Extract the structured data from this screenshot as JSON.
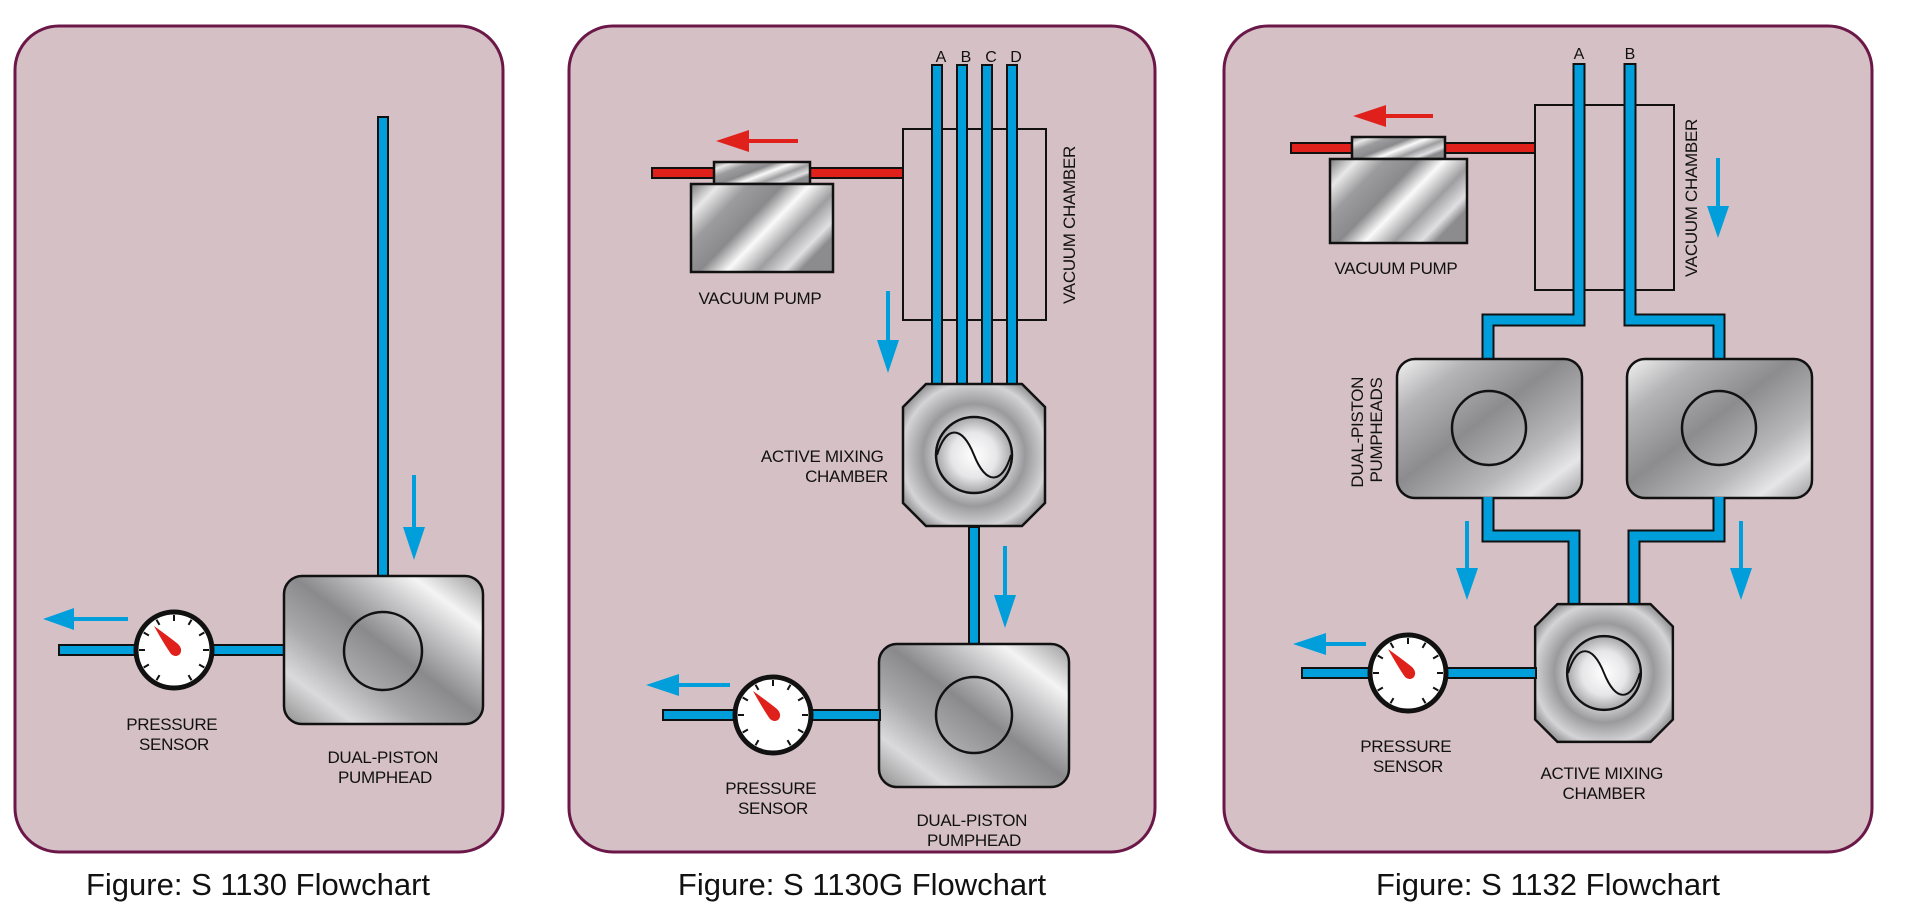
{
  "figures": [
    {
      "id": "s1130",
      "caption": "Figure: S 1130 Flowchart",
      "labels": {
        "pressure_sensor": [
          "PRESSURE",
          "SENSOR"
        ],
        "pumphead": [
          "DUAL-PISTON",
          "PUMPHEAD"
        ]
      }
    },
    {
      "id": "s1130g",
      "caption": "Figure: S 1130G Flowchart",
      "channels": [
        "A",
        "B",
        "C",
        "D"
      ],
      "labels": {
        "vacuum_pump": "VACUUM PUMP",
        "vacuum_chamber": "VACUUM CHAMBER",
        "mixing_chamber": [
          "ACTIVE MIXING",
          "CHAMBER"
        ],
        "pressure_sensor": [
          "PRESSURE",
          "SENSOR"
        ],
        "pumphead": [
          "DUAL-PISTON",
          "PUMPHEAD"
        ]
      }
    },
    {
      "id": "s1132",
      "caption": "Figure: S 1132 Flowchart",
      "channels": [
        "A",
        "B"
      ],
      "labels": {
        "vacuum_pump": "VACUUM PUMP",
        "vacuum_chamber": "VACUUM CHAMBER",
        "pumpheads": [
          "DUAL-PISTON",
          "PUMPHEADS"
        ],
        "mixing_chamber": [
          "ACTIVE MIXING",
          "CHAMBER"
        ],
        "pressure_sensor": [
          "PRESSURE",
          "SENSOR"
        ]
      }
    }
  ],
  "colors": {
    "panel_fill": "#d5c0c6",
    "panel_border": "#6b1848",
    "solvent_line": "#009fdc",
    "vacuum_line": "#e0201b",
    "gauge_needle": "#e0201b"
  },
  "icons": {
    "gauge": "pressure-gauge-icon",
    "flow_arrow": "flow-arrow-icon",
    "mixer": "sine-wave-mixer-icon"
  }
}
